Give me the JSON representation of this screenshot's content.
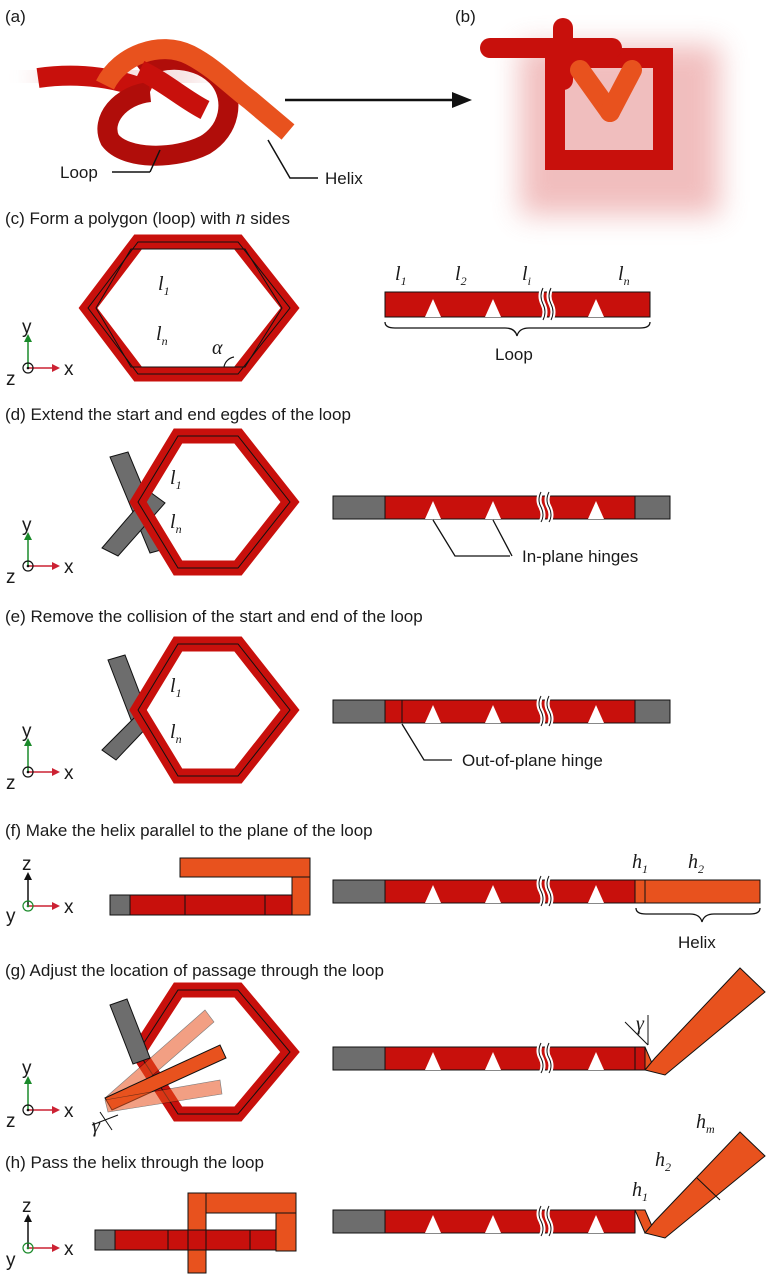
{
  "panels": {
    "a": {
      "tag": "(a)",
      "loop": "Loop",
      "helix": "Helix"
    },
    "b": {
      "tag": "(b)"
    },
    "c": {
      "title": "(c) Form a polygon (loop) with n sides",
      "title_pre": "(c) Form a polygon (loop) with ",
      "title_var": "n",
      "title_post": " sides",
      "l": "l",
      "s1": "1",
      "sn": "n",
      "si": "i",
      "s2": "2",
      "alpha": "α",
      "brace": "Loop"
    },
    "d": {
      "title": "(d) Extend the start and end egdes of the loop",
      "hinges": "In-plane hinges"
    },
    "e": {
      "title": "(e) Remove the collision of the start and end of the loop",
      "hinge": "Out-of-plane hinge"
    },
    "f": {
      "title": "(f) Make the helix parallel to the plane of the loop",
      "h": "h",
      "brace": "Helix"
    },
    "g": {
      "title": "(g) Adjust the location of passage through the loop",
      "gamma": "γ"
    },
    "h": {
      "title": "(h) Pass the helix through the loop",
      "sm": "m"
    }
  },
  "axes": {
    "x": "x",
    "y": "y",
    "z": "z"
  },
  "colors": {
    "loop_red": "#cc1a12",
    "helix_orange": "#e8521e",
    "extension_gray": "#6d6d6d",
    "axis_green": "#1a8a2a",
    "axis_red": "#cc2233"
  }
}
